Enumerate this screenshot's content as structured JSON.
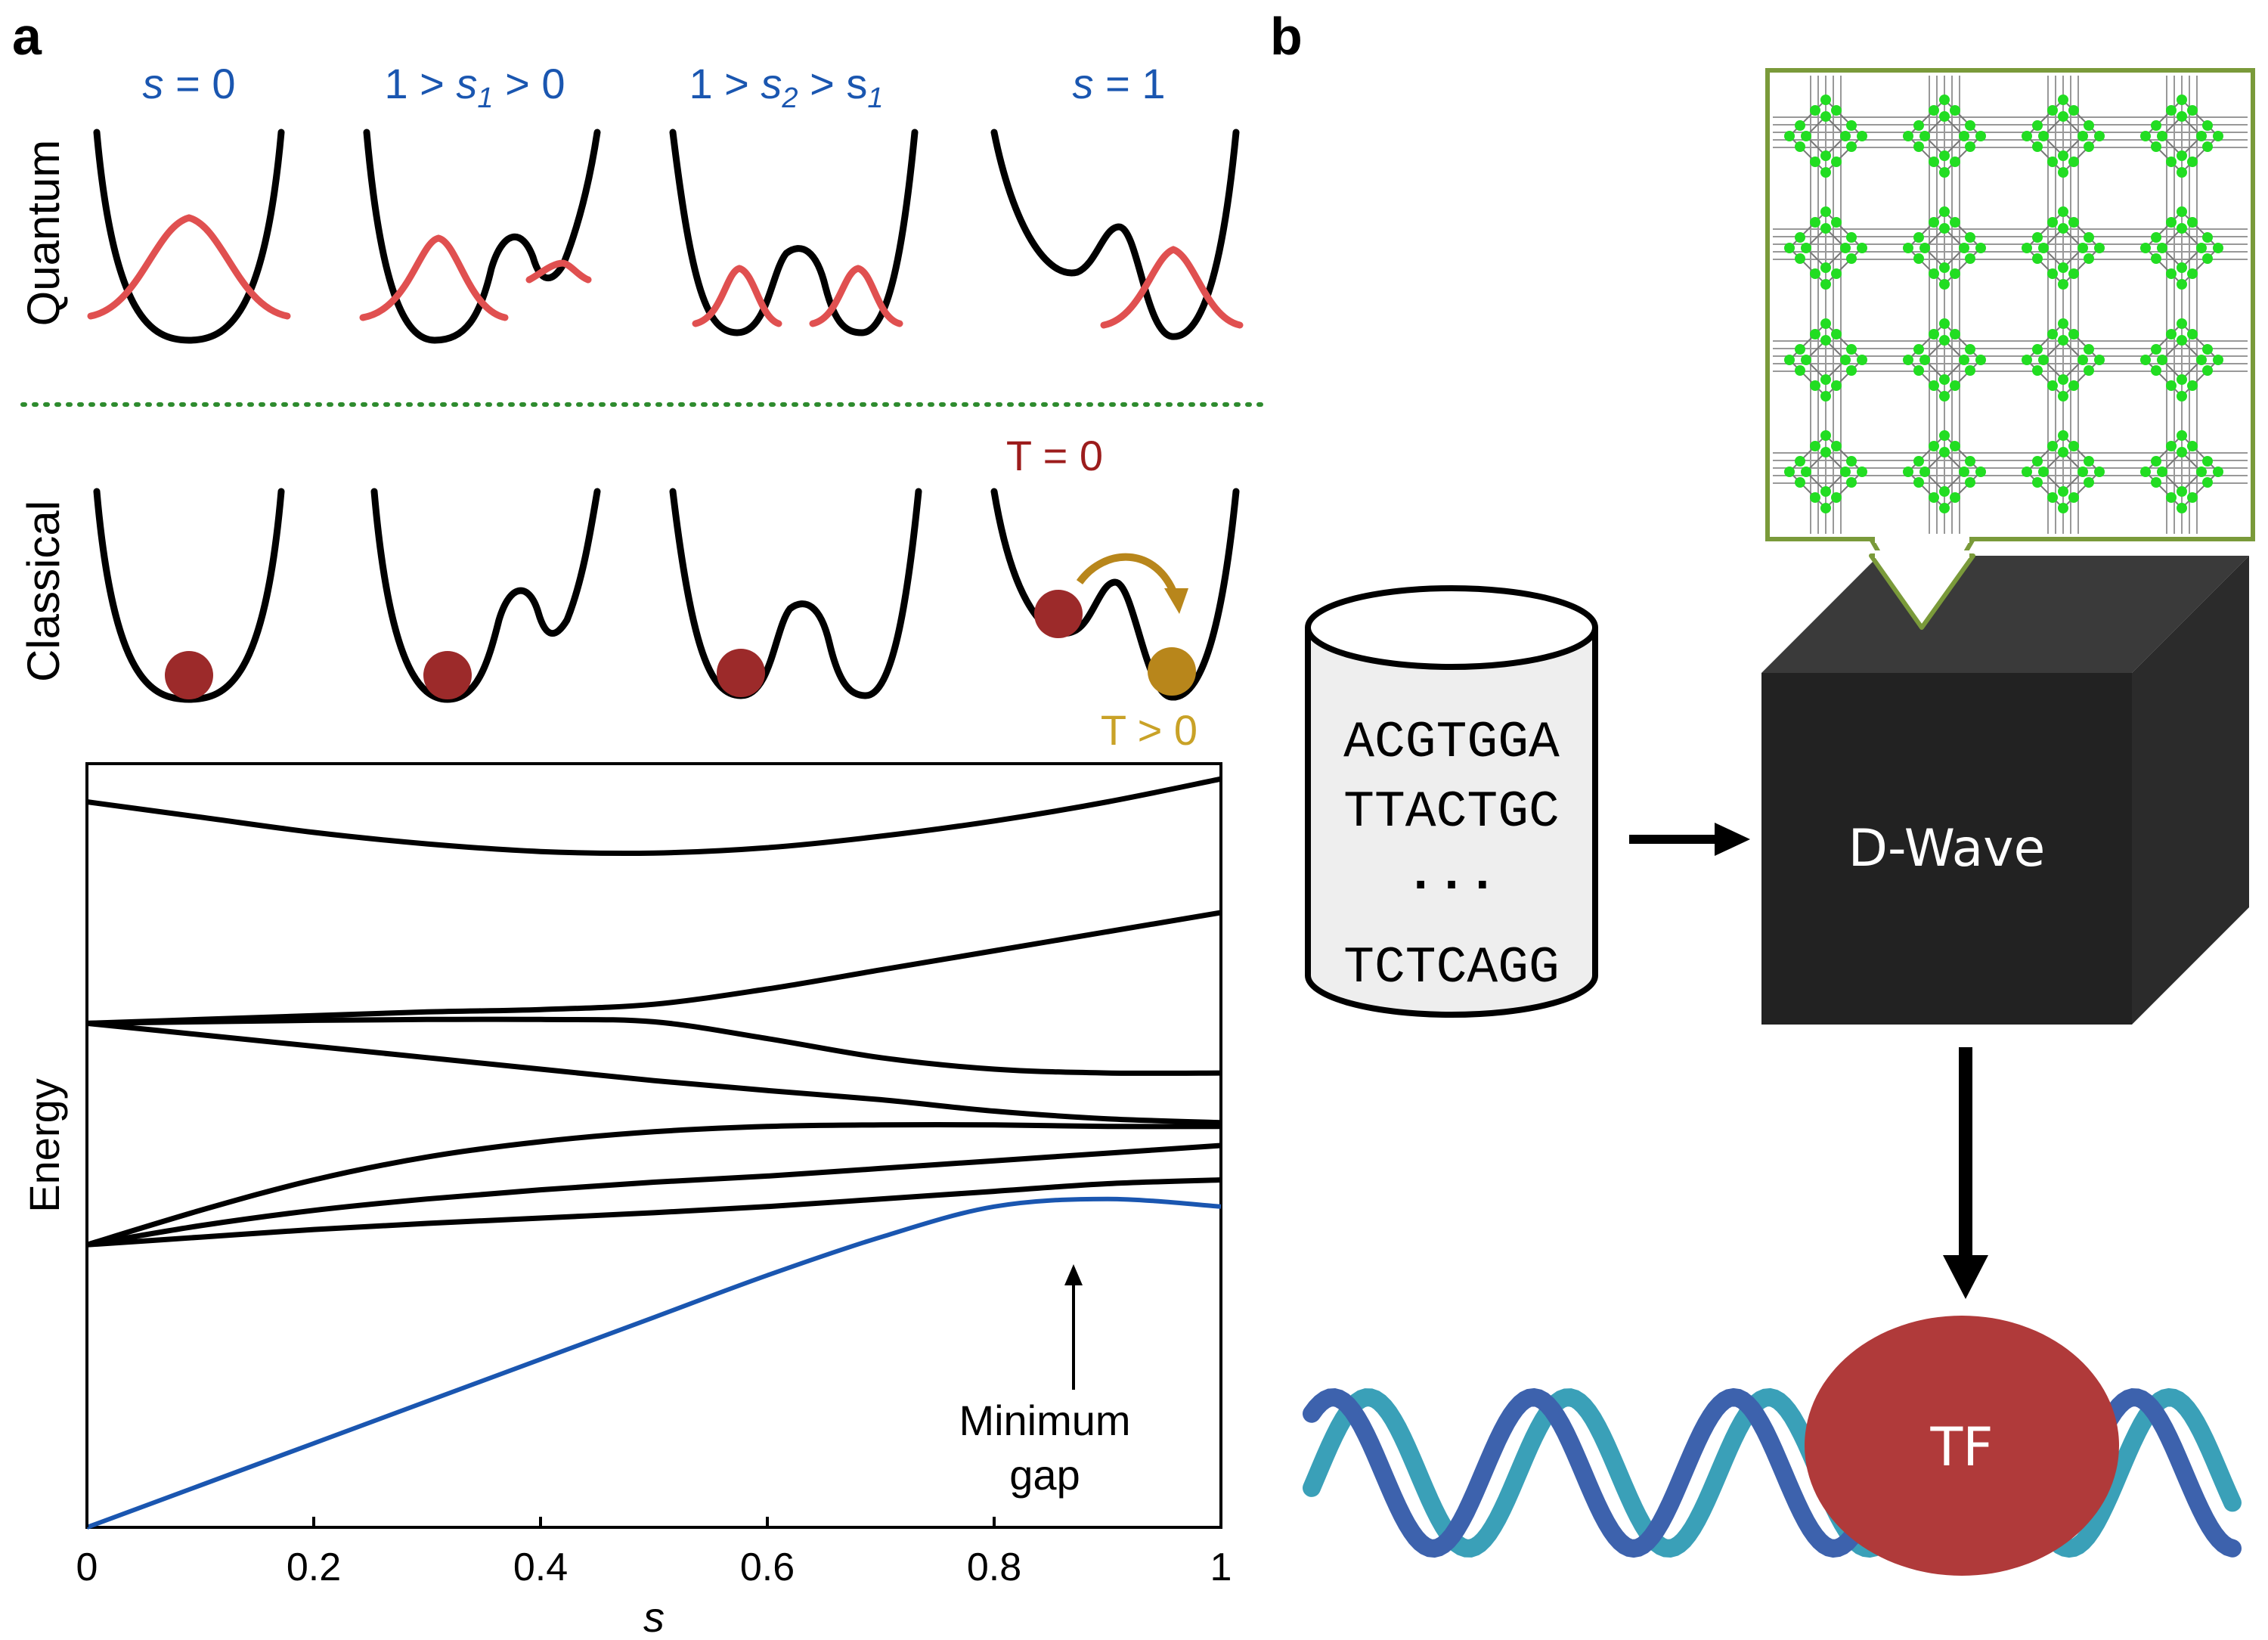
{
  "panel_a": {
    "letter": "a",
    "conditions": [
      {
        "pre": "",
        "sym": "s",
        "sub": "",
        "post": " = 0"
      },
      {
        "pre": "1 > ",
        "sym": "s",
        "sub": "1",
        "post": " > 0"
      },
      {
        "pre": "1 > ",
        "sym": "s",
        "sub": "2",
        "post": " > s"
      },
      {
        "pre": "",
        "sym": "s",
        "sub": "",
        "post": " = 1"
      }
    ],
    "cond3_tail_sub": "1",
    "row_quantum": "Quantum",
    "row_classical": "Classical",
    "temp_zero": "T = 0",
    "temp_pos": "T > 0",
    "colors": {
      "wavefunction": "#e05050",
      "ball": "#9c2a2a",
      "ball_gold": "#b8861b",
      "separator": "#2e8b2e",
      "ground_state": "#1a56b0"
    }
  },
  "chart_data": {
    "type": "line",
    "xlabel": "s",
    "ylabel": "Energy",
    "xlim": [
      0,
      1
    ],
    "x_ticks": [
      "0",
      "0.2",
      "0.4",
      "0.6",
      "0.8",
      "1"
    ],
    "x": [
      0,
      0.1,
      0.2,
      0.3,
      0.4,
      0.5,
      0.6,
      0.7,
      0.8,
      0.9,
      1.0
    ],
    "series": [
      {
        "color": "#000000",
        "values": [
          9.5,
          9.3,
          9.1,
          8.95,
          8.85,
          8.83,
          8.9,
          9.05,
          9.25,
          9.5,
          9.8
        ]
      },
      {
        "color": "#000000",
        "values": [
          6.6,
          6.65,
          6.7,
          6.75,
          6.78,
          6.85,
          7.05,
          7.3,
          7.55,
          7.8,
          8.05
        ]
      },
      {
        "color": "#000000",
        "values": [
          6.6,
          6.62,
          6.64,
          6.65,
          6.65,
          6.62,
          6.4,
          6.15,
          6.0,
          5.95,
          5.95
        ]
      },
      {
        "color": "#000000",
        "values": [
          6.6,
          6.45,
          6.3,
          6.15,
          6.0,
          5.85,
          5.72,
          5.6,
          5.45,
          5.35,
          5.3
        ]
      },
      {
        "color": "#000000",
        "values": [
          3.7,
          4.15,
          4.55,
          4.85,
          5.05,
          5.18,
          5.25,
          5.27,
          5.27,
          5.25,
          5.25
        ]
      },
      {
        "color": "#000000",
        "values": [
          3.7,
          3.95,
          4.15,
          4.3,
          4.42,
          4.52,
          4.6,
          4.7,
          4.8,
          4.9,
          5.0
        ]
      },
      {
        "color": "#000000",
        "values": [
          3.7,
          3.8,
          3.9,
          3.98,
          4.05,
          4.12,
          4.2,
          4.3,
          4.4,
          4.5,
          4.55
        ]
      },
      {
        "color": "#1a56b0",
        "values": [
          0.0,
          0.55,
          1.1,
          1.65,
          2.2,
          2.75,
          3.3,
          3.8,
          4.2,
          4.3,
          4.2
        ]
      }
    ],
    "ylim": [
      0,
      10
    ],
    "annotation": {
      "line1": "Minimum",
      "line2": "gap",
      "x": 0.87
    }
  },
  "panel_b": {
    "letter": "b",
    "sequences": [
      "ACGTGGA",
      "TTACTGC",
      "...",
      "TCTCAGG"
    ],
    "device_label": "D-Wave",
    "tf_label": "TF",
    "colors": {
      "chip_border": "#7a9a3a",
      "qubit": "#22dd22",
      "cube_front": "#222222",
      "cube_top": "#3a3a3a",
      "cube_side": "#2b2b2b",
      "tf": "#b03a3a",
      "dna_dark": "#3d62ad",
      "dna_light": "#3aa0b8"
    }
  }
}
